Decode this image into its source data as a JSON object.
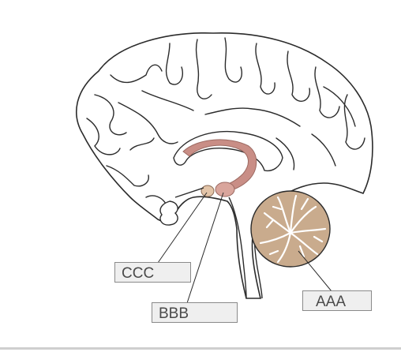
{
  "diagram": {
    "labels": {
      "aaa": "AAA",
      "bbb": "BBB",
      "ccc": "CCC"
    },
    "colors": {
      "outline": "#2b2b2b",
      "fornix": "#c98e86",
      "cerebellum": "#c9ab8d",
      "label_box": "#efefef",
      "label_text": "#4a4a4a"
    }
  }
}
